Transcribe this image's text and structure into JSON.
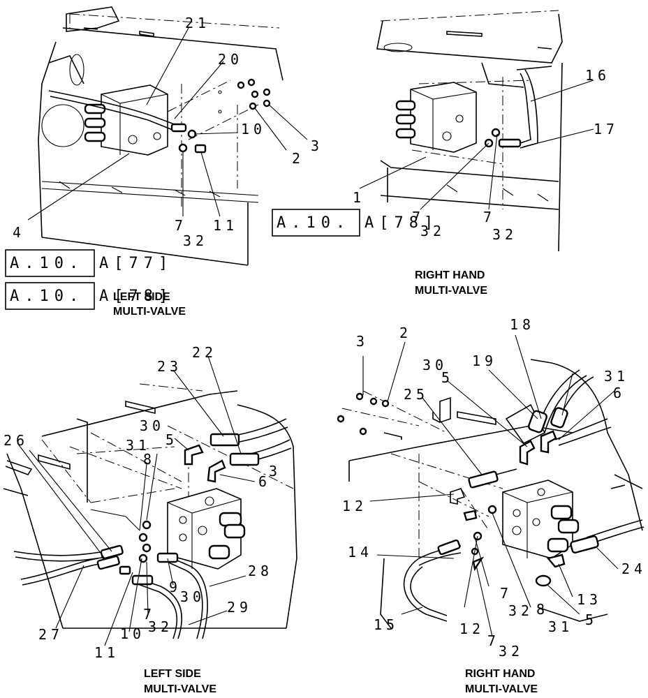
{
  "captions": {
    "top_left": [
      "LEFT SIDE",
      "MULTI-VALVE"
    ],
    "top_right": [
      "RIGHT HAND",
      "MULTI-VALVE"
    ],
    "bottom_left": [
      "LEFT SIDE",
      "MULTI-VALVE"
    ],
    "bottom_right": [
      "RIGHT HAND",
      "MULTI-VALVE"
    ]
  },
  "reference_boxes": {
    "ref1": {
      "code": "A.10.",
      "suffix": "A[77]"
    },
    "ref2": {
      "code": "A.10.",
      "suffix": "A[78]"
    },
    "ref3": {
      "code": "A.10.",
      "suffix": "A[78]"
    }
  },
  "callouts": {
    "top_left": [
      "21",
      "20",
      "10",
      "3",
      "2",
      "4",
      "7",
      "11",
      "32"
    ],
    "top_right": [
      "16",
      "17",
      "1",
      "7",
      "7",
      "32",
      "32"
    ],
    "bottom_left": [
      "23",
      "22",
      "26",
      "30",
      "5",
      "31",
      "8",
      "6",
      "3",
      "27",
      "11",
      "10",
      "7",
      "9",
      "30",
      "32",
      "28",
      "29"
    ],
    "bottom_right": [
      "3",
      "2",
      "18",
      "30",
      "19",
      "5",
      "31",
      "6",
      "25",
      "12",
      "14",
      "7",
      "32",
      "8",
      "31",
      "12",
      "7",
      "32",
      "24",
      "13",
      "5",
      "15"
    ]
  }
}
